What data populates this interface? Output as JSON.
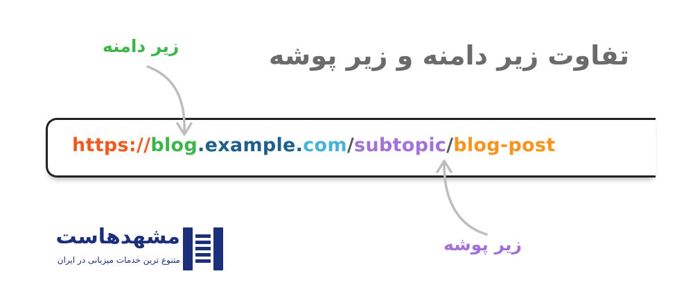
{
  "title": "تفاوت زیر دامنه و زیر پوشه",
  "labels": {
    "subdomain": "زیر دامنه",
    "subfolder": "زیر پوشه"
  },
  "url": {
    "protocol": "https://",
    "subdomain": "blog",
    "dot1": ".",
    "domain": "example",
    "dot2": ".",
    "tld": "com",
    "slash1": "/",
    "folder": "subtopic",
    "slash2": "/",
    "page": "blog-post"
  },
  "logo": {
    "name": "مشهدهاست",
    "tagline": "متنوع ترین خدمات میزبانی در ایران"
  },
  "colors": {
    "title": "#6b6b6b",
    "protocol": "#f05a22",
    "subdomain": "#3db54a",
    "domain": "#1f5f8b",
    "tld": "#47b3d6",
    "slash": "#555555",
    "folder": "#a272d6",
    "page": "#f7941d",
    "label_subdomain": "#3db54a",
    "label_subfolder": "#a272d6",
    "arrow": "#bdbdbd",
    "logo": "#1b2f7a"
  },
  "icons": {
    "logo_mark": "mashhadhost-logo-mark",
    "arrow_subdomain": "curved-arrow-down",
    "arrow_subfolder": "curved-arrow-up"
  }
}
